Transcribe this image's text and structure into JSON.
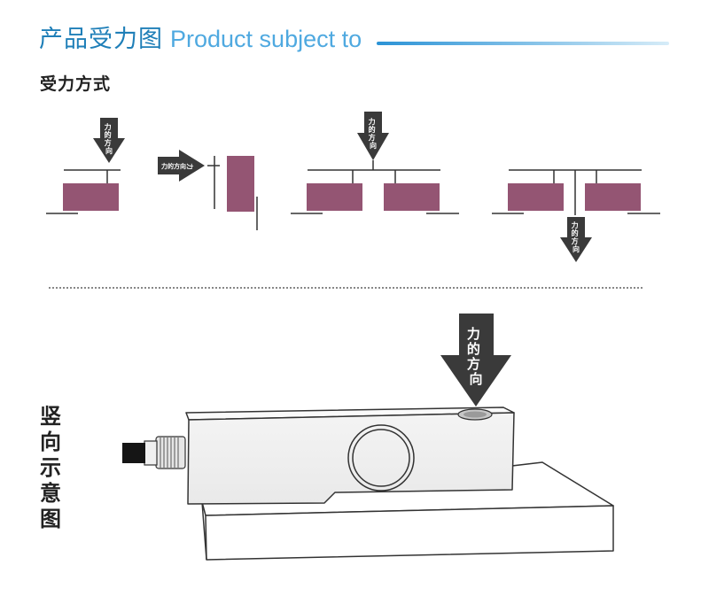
{
  "header": {
    "title_cn": "产品受力图",
    "title_en": "Product subject to"
  },
  "section": {
    "force_modes_title": "受力方式",
    "vertical_diagram_title": "竖向示意图"
  },
  "arrow_label": "力的方向",
  "colors": {
    "block": "#945573",
    "arrow": "#3a3a3a",
    "title_blue": "#1f7fb8",
    "title_en_blue": "#4fa9e0"
  }
}
